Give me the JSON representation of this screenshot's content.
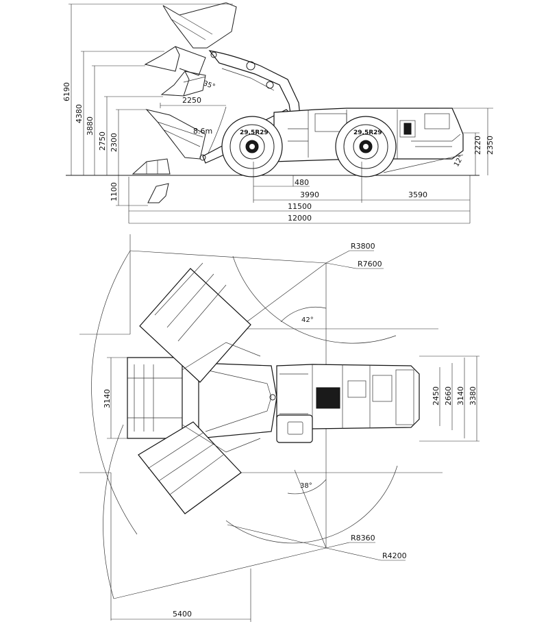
{
  "side_view": {
    "height_dims": [
      "6190",
      "4380",
      "3880",
      "2750",
      "2300",
      "1100"
    ],
    "length_dims": [
      "480",
      "3990",
      "3590",
      "11500",
      "12000"
    ],
    "right_dims": [
      "2220",
      "2350"
    ],
    "reach_label": "2250",
    "reach_radius_label": "8.6m",
    "dump_angle": "35°",
    "departure_angle": "12°",
    "tire_size": "29.5R29"
  },
  "top_view": {
    "radius_labels": [
      "R3800",
      "R7600",
      "R8360",
      "R4200"
    ],
    "angle_labels": [
      "42°",
      "38°"
    ],
    "left_width": "3140",
    "right_widths": [
      "2450",
      "2660",
      "3140",
      "3380"
    ],
    "bottom_dim": "5400"
  }
}
